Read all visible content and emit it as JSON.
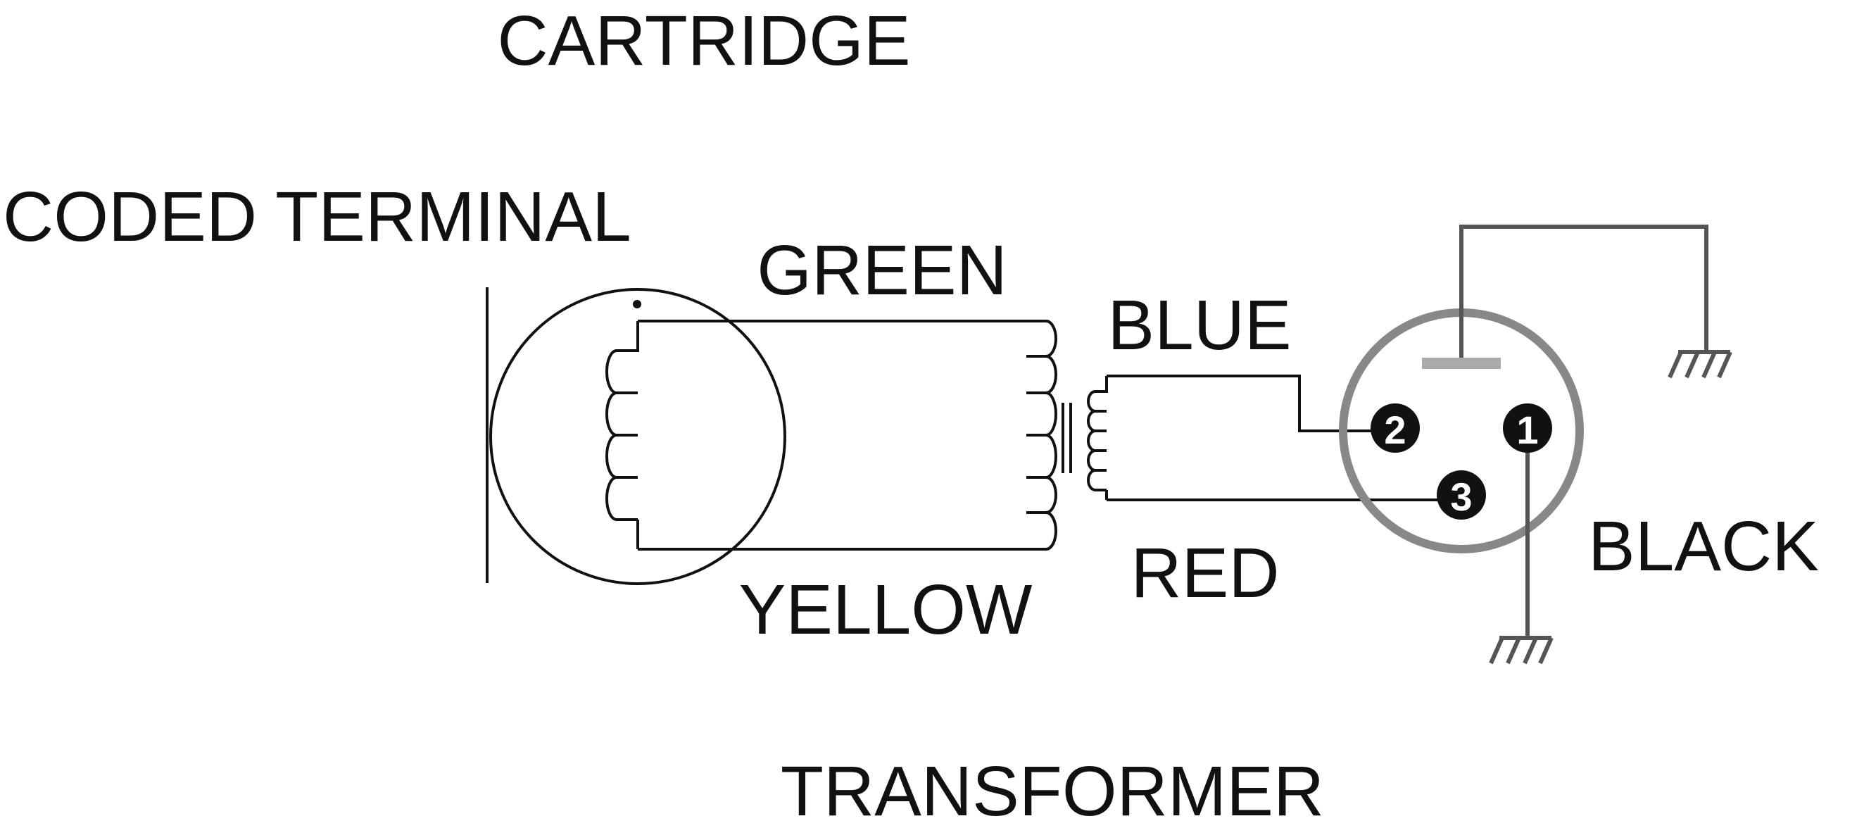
{
  "labels": {
    "cartridge": "CARTRIDGE",
    "coded_terminal": "CODED TERMINAL",
    "green": "GREEN",
    "yellow": "YELLOW",
    "blue": "BLUE",
    "red": "RED",
    "black": "BLACK",
    "transformer": "TRANSFORMER"
  },
  "pins": {
    "pin1": "1",
    "pin2": "2",
    "pin3": "3"
  },
  "colors": {
    "line": "#111111",
    "connector_ring": "#888888",
    "ground": "#555555",
    "shield_bar": "#aaaaaa",
    "pin_fill": "#111111",
    "pin_text": "#ffffff"
  }
}
